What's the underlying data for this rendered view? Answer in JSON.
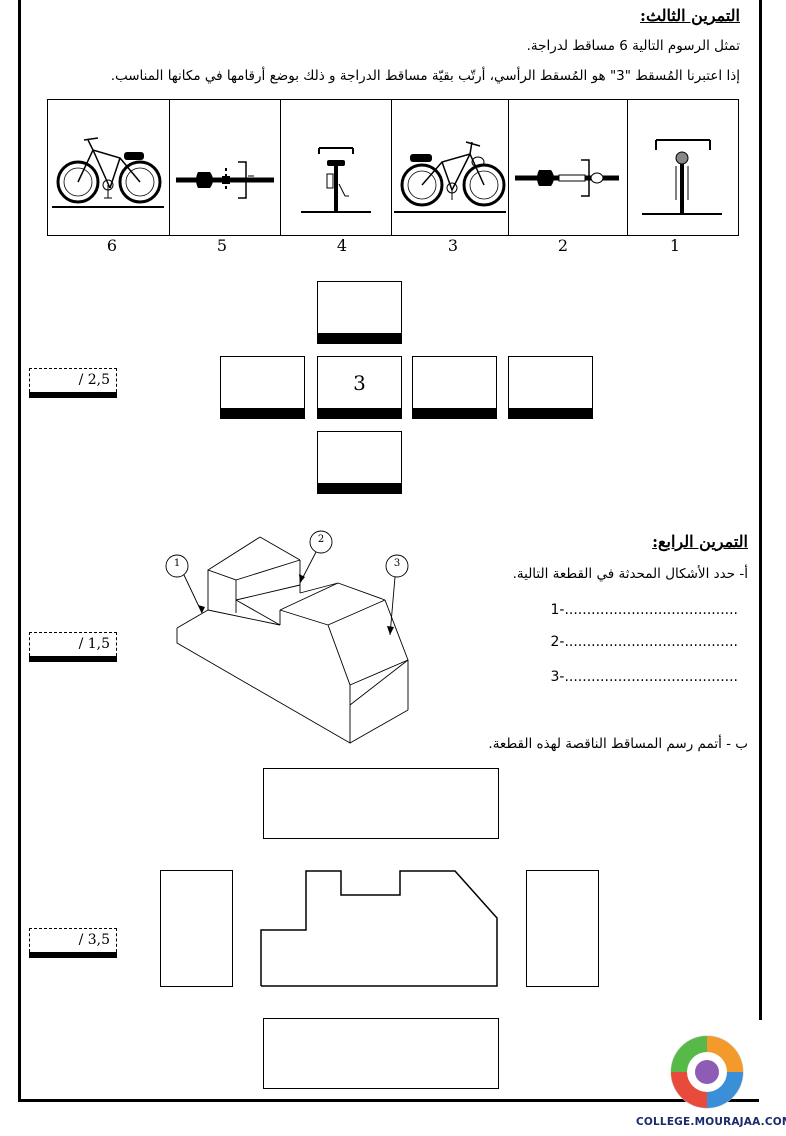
{
  "ex3": {
    "title": "التمرين الثالث:",
    "line1": "تمثل الرسوم  التالية 6 مساقط لدراجة.",
    "line2": "إذا اعتبرنا المُسقط \"3\" هو المُسقط الرأسي، أرتّب بقيّة مساقط الدراجة و ذلك بوضع أرقامها في مكانها المناسب.",
    "numbers": [
      "6",
      "5",
      "4",
      "3",
      "2",
      "1"
    ],
    "center_label": "3",
    "score": "/ 2,5"
  },
  "ex4": {
    "title": "التمرين الرابع:",
    "part_a": "أ- حدد الأشكال المحدثة في القطعة التالية.",
    "answers": [
      ".......................................-1",
      ".......................................-2",
      ".......................................-3"
    ],
    "callouts": [
      "1",
      "2",
      "3"
    ],
    "score_a": "/ 1,5",
    "part_b": "ب - أتمم رسم المساقط الناقصة لهذه القطعة.",
    "score_b": "/ 3,5"
  },
  "logo": {
    "site": "COLLEGE.MOURAJAA.COM"
  }
}
